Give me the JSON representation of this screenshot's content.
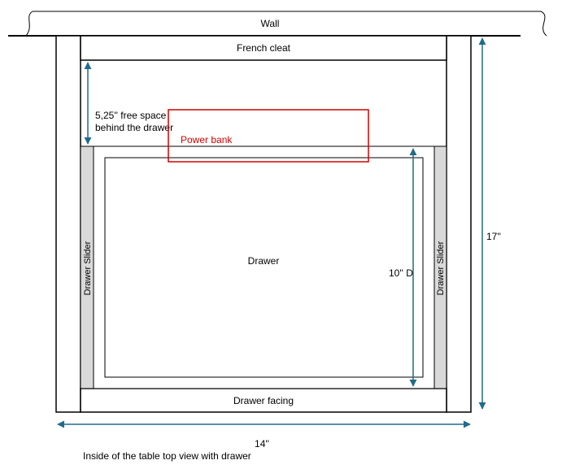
{
  "labels": {
    "wall": "Wall",
    "french_cleat": "French cleat",
    "free_space_line1": "5,25'' free space",
    "free_space_line2": "behind the drawer",
    "power_bank": "Power bank",
    "drawer": "Drawer",
    "drawer_depth": "10'' D",
    "slider_left": "Drawer  Slider",
    "slider_right": "Drawer  Slider",
    "height_dim": "17''",
    "drawer_facing": "Drawer facing",
    "width_dim": "14''",
    "caption": "Inside of the table top view with drawer"
  },
  "colors": {
    "outline": "#000000",
    "arrow": "#1f6b8c",
    "power_bank": "#d40000",
    "slider_fill": "#d9d9d9"
  }
}
